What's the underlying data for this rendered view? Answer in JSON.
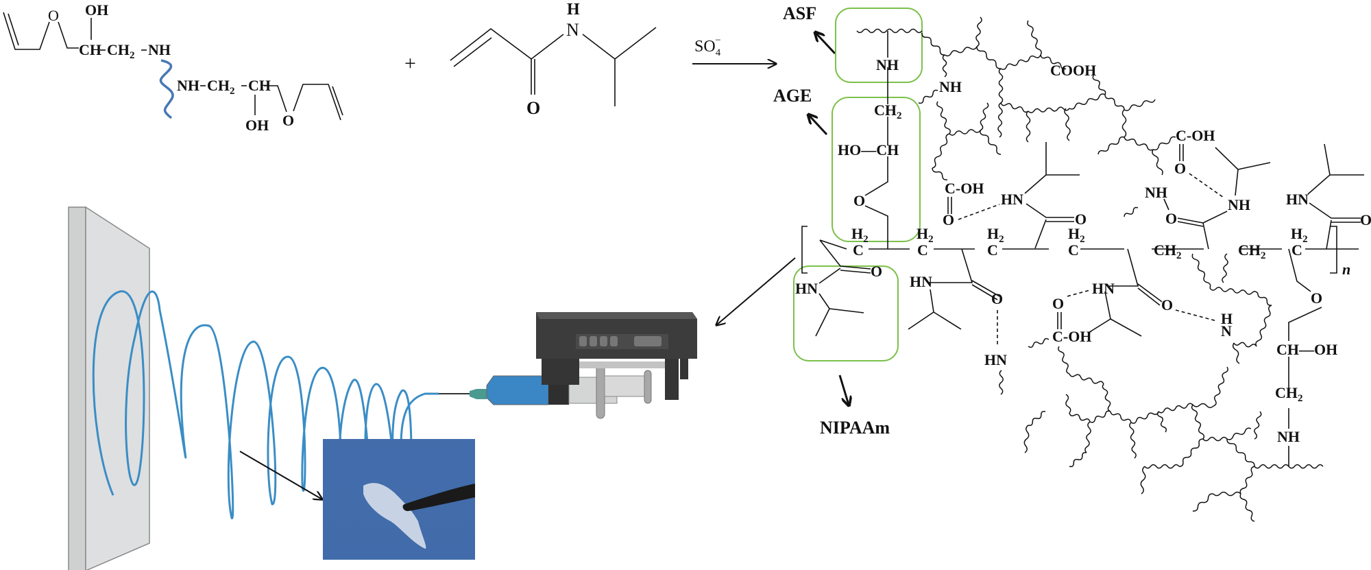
{
  "figure": {
    "reactants": {
      "asf_age_adduct": {
        "upper_chain": [
          "O",
          "OH",
          "CH",
          "CH",
          "2",
          "NH"
        ],
        "lower_chain": [
          "NH",
          "CH",
          "2",
          "CH",
          "OH",
          "O"
        ]
      },
      "plus": "+",
      "nipaam": {
        "n_label": "N",
        "h_label": "H",
        "o_label": "O"
      }
    },
    "reaction_arrow": {
      "reagent": "SO",
      "reagent_sub": "4",
      "reagent_sup": "−"
    },
    "component_labels": {
      "asf": "ASF",
      "age": "AGE",
      "nipaam": "NIPAAm"
    },
    "network": {
      "labels": {
        "nh_top": "NH",
        "nh_side": "NH",
        "cooh": "COOH",
        "ch2_age": "CH",
        "ch2_sub": "2",
        "ho_ch": "HO—CH",
        "o_ether": "O",
        "c_oh_1": "C-OH",
        "o_1": "O",
        "hn_1": "HN",
        "o_amide_1": "O",
        "c_oh_2": "C-OH",
        "o_2": "O",
        "nh_2": "NH",
        "nh_3": "NH",
        "o_3": "O",
        "hn_right": "HN",
        "o_right": "O",
        "backbone_h2": "H",
        "backbone_h2_sub": "2",
        "backbone_c": "C",
        "backbone_ch2": "CH",
        "n_repeat": "n",
        "hn_box": "HN",
        "o_box": "O",
        "hn_mid": "HN",
        "o_mid": "O",
        "hn_low": "HN",
        "o_low": "O",
        "c_oh_low": "C-OH",
        "hn_low2": "HN",
        "o_low2": "O",
        "h_low": "H",
        "n_low": "N",
        "o_ether_r": "O",
        "ch_oh_r": "CH—OH",
        "ch2_r": "CH",
        "nh_r": "NH"
      }
    },
    "electrospinning": {
      "collector": "collector-plate",
      "jet": "spiral-fiber-jet",
      "pump": "syringe-pump",
      "syringe": "syringe",
      "photo": "hydrogel-fiber-mat-photo"
    },
    "colors": {
      "highlight_box": "#7cc04a",
      "jet": "#3a8dc5",
      "syringe_fluid": "#3b86c4",
      "pump_body": "#3c3c3c",
      "photo_bg": "#3a66a8",
      "collector": "#dedfe0"
    }
  }
}
